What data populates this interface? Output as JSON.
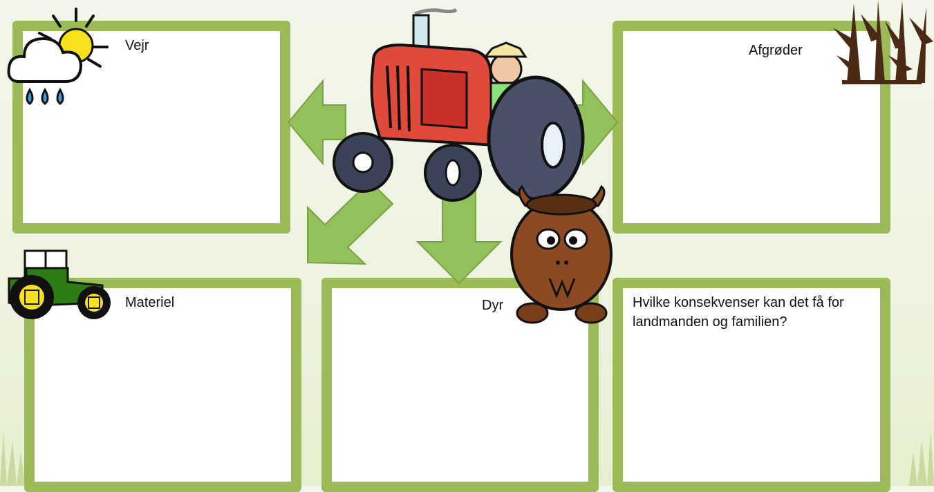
{
  "boxes": {
    "weather": {
      "label": "Vejr"
    },
    "crops": {
      "label": "Afgrøder"
    },
    "equipment": {
      "label": "Materiel"
    },
    "animals": {
      "label": "Dyr"
    },
    "consequences": {
      "label": "Hvilke konsekvenser kan det få for landmanden og familien?"
    }
  },
  "colors": {
    "frame": "#9bbb59",
    "arrow": "#92c05a",
    "tractor_red": "#e04a3a",
    "tractor_green": "#2e7d14"
  },
  "icons": [
    "weather-icon",
    "corn-icon",
    "green-tractor-icon",
    "red-tractor-farmer-icon",
    "ox-icon",
    "arrow-icon"
  ]
}
